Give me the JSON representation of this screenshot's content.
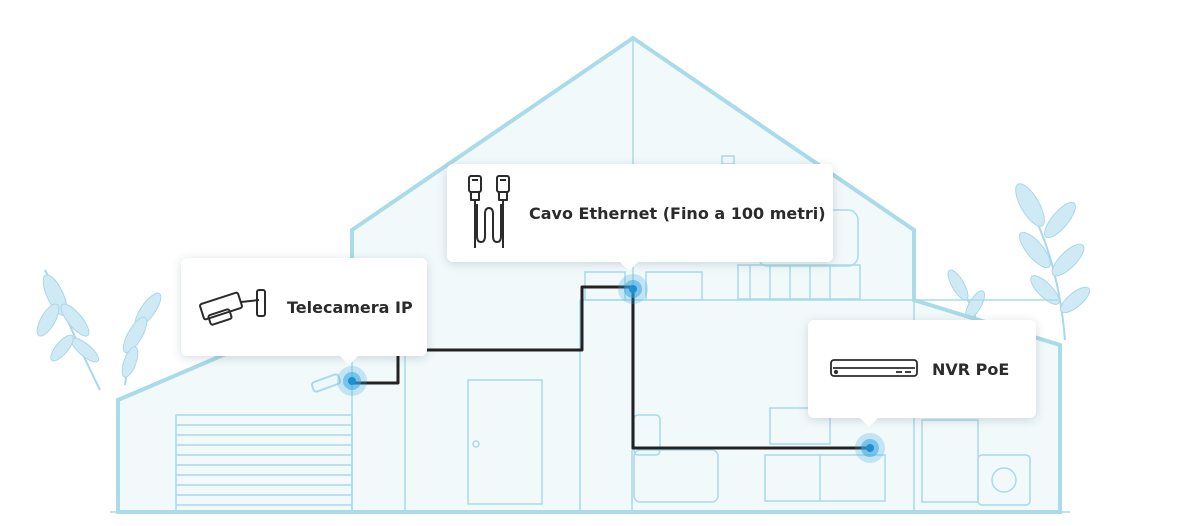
{
  "callouts": {
    "camera": {
      "label": "Telecamera IP",
      "icon": "ip-camera-icon"
    },
    "ethernet": {
      "label": "Cavo Ethernet (Fino a 100 metri)",
      "icon": "ethernet-cable-icon"
    },
    "nvr": {
      "label": "NVR PoE",
      "icon": "nvr-recorder-icon"
    }
  },
  "colors": {
    "house_outline": "#a9dbe8",
    "house_fill": "#eef8fb",
    "plant": "#a8d8ea",
    "cable": "#222222",
    "node": "#3aa8e0"
  }
}
